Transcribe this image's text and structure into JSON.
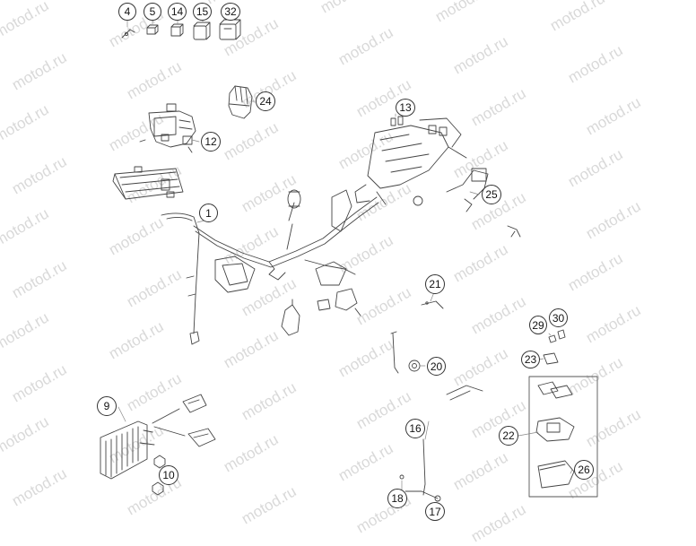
{
  "watermark": {
    "text": "motod.ru"
  },
  "callouts": [
    {
      "id": "c4",
      "label": "4"
    },
    {
      "id": "c5",
      "label": "5"
    },
    {
      "id": "c14",
      "label": "14"
    },
    {
      "id": "c15",
      "label": "15"
    },
    {
      "id": "c32",
      "label": "32"
    },
    {
      "id": "c24",
      "label": "24"
    },
    {
      "id": "c13",
      "label": "13"
    },
    {
      "id": "c12",
      "label": "12"
    },
    {
      "id": "c1",
      "label": "1"
    },
    {
      "id": "c25",
      "label": "25"
    },
    {
      "id": "c21",
      "label": "21"
    },
    {
      "id": "c20",
      "label": "20"
    },
    {
      "id": "c29",
      "label": "29"
    },
    {
      "id": "c30",
      "label": "30"
    },
    {
      "id": "c23",
      "label": "23"
    },
    {
      "id": "c9",
      "label": "9"
    },
    {
      "id": "c10",
      "label": "10"
    },
    {
      "id": "c16",
      "label": "16"
    },
    {
      "id": "c22",
      "label": "22"
    },
    {
      "id": "c26",
      "label": "26"
    },
    {
      "id": "c18",
      "label": "18"
    },
    {
      "id": "c17",
      "label": "17"
    }
  ]
}
